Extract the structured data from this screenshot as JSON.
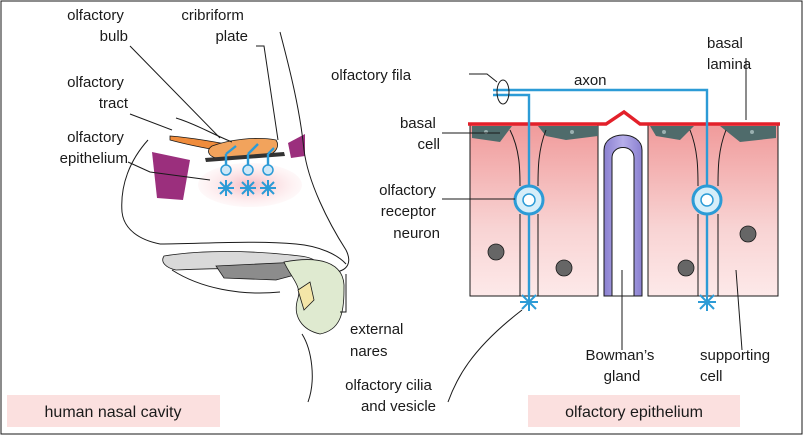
{
  "labels": {
    "olfactory_bulb": [
      "olfactory",
      "bulb"
    ],
    "cribriform_plate": [
      "cribriform",
      "plate"
    ],
    "olfactory_tract": [
      "olfactory",
      "tract"
    ],
    "olfactory_epithelium_left": [
      "olfactory",
      "epithelium"
    ],
    "external_nares": [
      "external",
      "nares"
    ],
    "olfactory_cilia_and_vesicle": [
      "olfactory cilia",
      "and vesicle"
    ],
    "olfactory_fila": "olfactory fila",
    "axon": "axon",
    "basal_lamina": [
      "basal",
      "lamina"
    ],
    "basal_cell": [
      "basal",
      "cell"
    ],
    "olfactory_receptor_neuron": [
      "olfactory",
      "receptor",
      "neuron"
    ],
    "bowmans_gland": [
      "Bowman’s",
      "gland"
    ],
    "supporting_cell": [
      "supporting",
      "cell"
    ]
  },
  "captions": {
    "left": "human nasal cavity",
    "right": "olfactory epithelium"
  },
  "colors": {
    "outline": "#1a1a1a",
    "neuron_blue": "#2c9bd6",
    "basal_lamina_red": "#e3202a",
    "epithelium_pink": "#f4c9c9",
    "basal_cell_slate": "#4f6b6b",
    "gland_purple": "#9b8fd6",
    "bulb_orange": "#f2a35c",
    "caption_bg": "#fbe0df",
    "nasal_purple": "#9b2f7d"
  }
}
